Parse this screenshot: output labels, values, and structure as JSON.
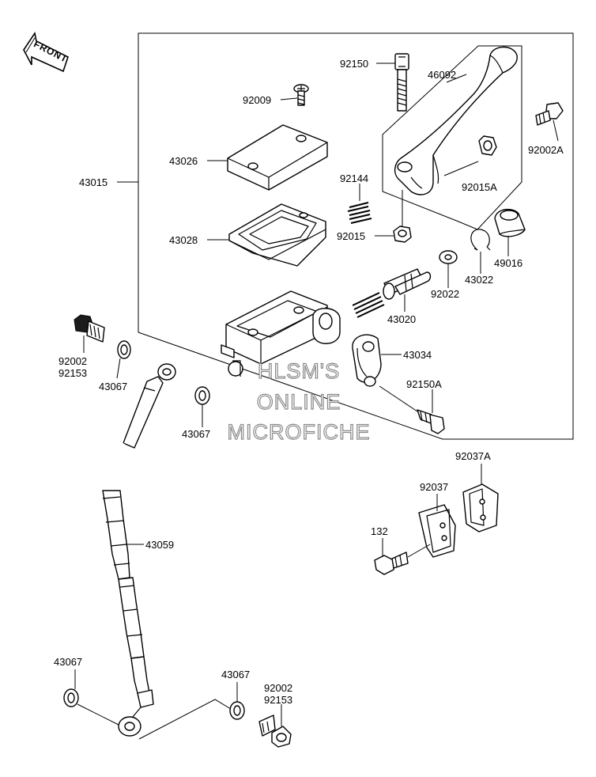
{
  "front_arrow": {
    "label": "FRONT"
  },
  "watermark": {
    "line1": "HLSM'S",
    "line2": "ONLINE",
    "line3": "MICROFICHE"
  },
  "labels": {
    "p92150": "92150",
    "p46092": "46092",
    "p92009": "92009",
    "p92002A": "92002A",
    "p43026": "43026",
    "p43015": "43015",
    "p92144": "92144",
    "p92015A": "92015A",
    "p43028": "43028",
    "p92015": "92015",
    "p49016": "49016",
    "p43022": "43022",
    "p92022": "92022",
    "p43020": "43020",
    "p92002_top": "92002",
    "p92153_top": "92153",
    "p43034": "43034",
    "p43067_a": "43067",
    "p92150A": "92150A",
    "p43067_b": "43067",
    "p92037A": "92037A",
    "p92037": "92037",
    "p132": "132",
    "p43059": "43059",
    "p43067_c": "43067",
    "p43067_d": "43067",
    "p92002_bot": "92002",
    "p92153_bot": "92153"
  }
}
